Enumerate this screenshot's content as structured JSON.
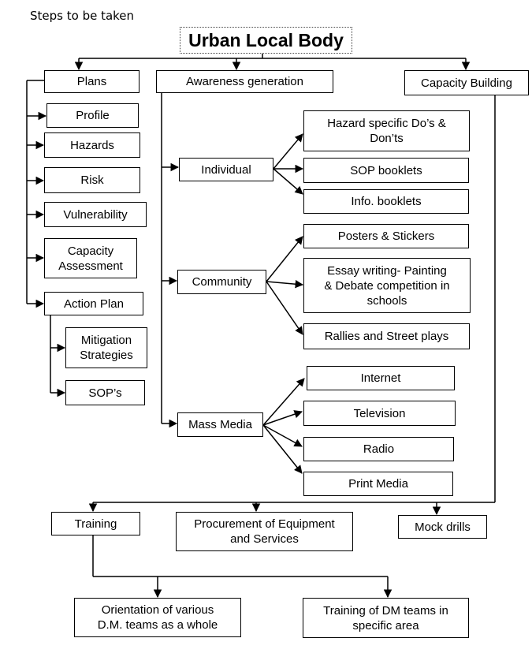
{
  "caption": "Steps to be taken",
  "root": "Urban Local Body",
  "level1": {
    "plans": "Plans",
    "awareness": "Awareness generation",
    "capacity": "Capacity Building"
  },
  "plans": {
    "profile": "Profile",
    "hazards": "Hazards",
    "risk": "Risk",
    "vulnerability": "Vulnerability",
    "capacity_assessment": "Capacity\nAssessment",
    "action_plan": "Action Plan",
    "mitigation": "Mitigation\nStrategies",
    "sops": "SOP’s"
  },
  "awareness": {
    "individual": "Individual",
    "community": "Community",
    "mass_media": "Mass Media",
    "individual_items": [
      "Hazard specific Do’s &\nDon’ts",
      "SOP booklets",
      "Info. booklets"
    ],
    "community_items": [
      "Posters & Stickers",
      "Essay writing- Painting\n& Debate competition in\nschools",
      "Rallies and Street plays"
    ],
    "media_items": [
      "Internet",
      "Television",
      "Radio",
      "Print Media"
    ]
  },
  "capacity": {
    "training": "Training",
    "procurement": "Procurement of Equipment\nand Services",
    "mock_drills": "Mock drills",
    "orientation": "Orientation of various\nD.M. teams as a whole",
    "dm_training": "Training of DM teams in\nspecific area"
  }
}
